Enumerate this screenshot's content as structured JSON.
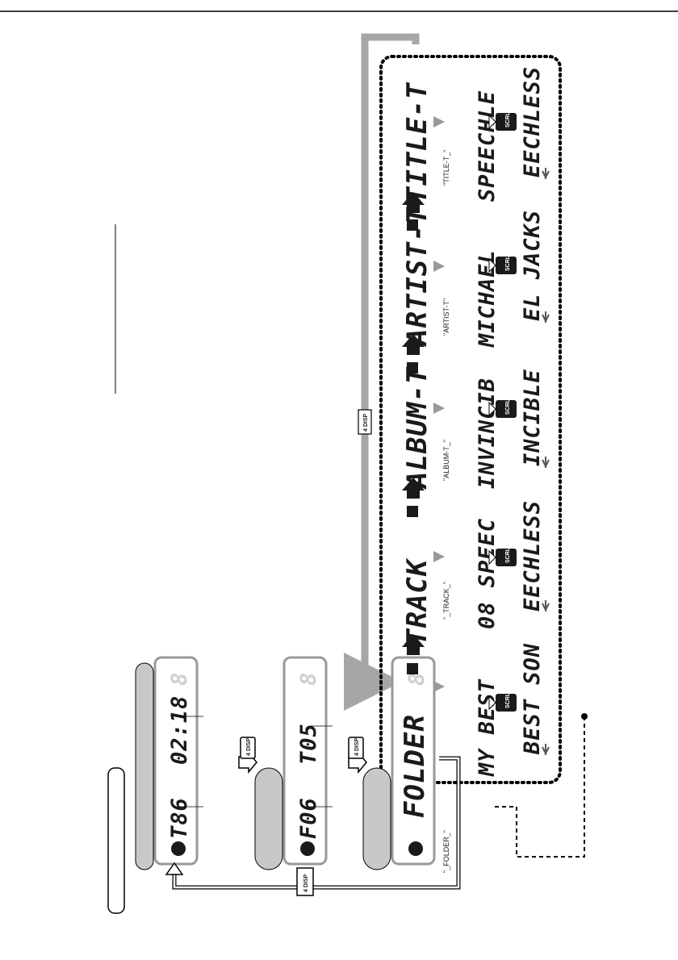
{
  "colors": {
    "ink": "#1a1a1a",
    "panel_border": "#999999",
    "flow_gray": "#a6a6a6",
    "ghost": "#cfcfcf"
  },
  "button_label": "4 DISP",
  "scroll_key_label": "SCRL",
  "clock_display": {
    "left": "T86",
    "right": "02:18"
  },
  "track_display": {
    "left": "F06",
    "right": "T05"
  },
  "folder_display": {
    "text": "FOLDER",
    "caption": "\"_FOLDER_\""
  },
  "tag_headers": [
    {
      "text": "TRACK",
      "caption": "\"_TRACK_\""
    },
    {
      "text": "ALBUM-T",
      "caption": "\"ALBUM-T_\""
    },
    {
      "text": "ARTIST-T",
      "caption": "\"ARTIST-T\""
    },
    {
      "text": "TITLE-T",
      "caption": "\"TITLE-T_\""
    }
  ],
  "scroll_examples": [
    {
      "first": "MY BEST",
      "second": "BEST SON"
    },
    {
      "first": "08 SPEEC",
      "second": "EECHLESS"
    },
    {
      "first": "INVINCIB",
      "second": "INCIBLE"
    },
    {
      "first": "MICHAEL",
      "second": "EL JACKS"
    },
    {
      "first": "SPEECHLE",
      "second": "EECHLESS"
    }
  ]
}
